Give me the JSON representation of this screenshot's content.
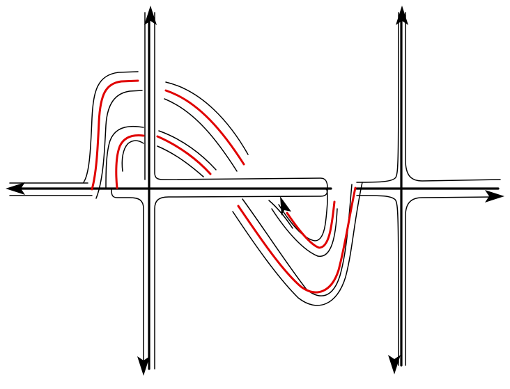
{
  "diagram": {
    "kind": "braid-strands-diagram",
    "colors": {
      "strand": "#000000",
      "highlight": "#e00000",
      "background": "#ffffff"
    },
    "arrow_directions": [
      "left",
      "right",
      "up",
      "down",
      "up-left"
    ]
  }
}
